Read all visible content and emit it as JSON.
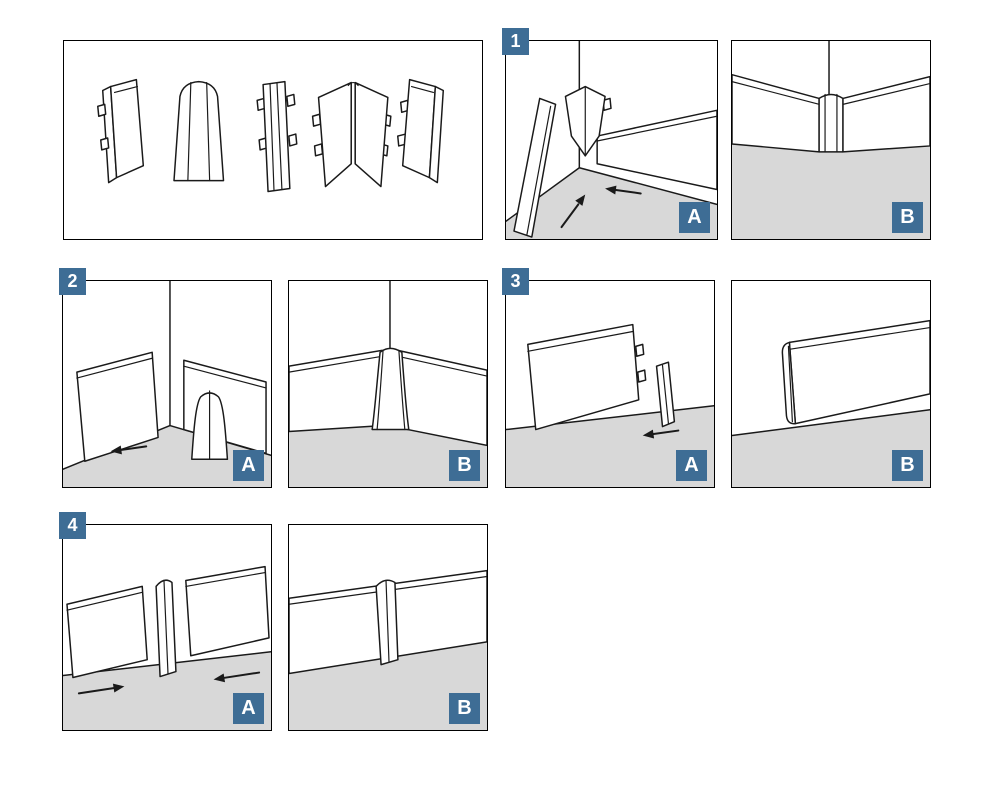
{
  "colors": {
    "badge_bg": "#3e6d95",
    "badge_text": "#ffffff",
    "line": "#1a1a1a",
    "floor": "#d8d8d8",
    "panel_border": "#000000",
    "page_bg": "#ffffff"
  },
  "overview": {
    "parts": [
      {
        "name": "end-cap-left"
      },
      {
        "name": "outer-corner"
      },
      {
        "name": "connector"
      },
      {
        "name": "inner-corner"
      },
      {
        "name": "end-cap-right"
      }
    ]
  },
  "steps": [
    {
      "number": "1",
      "subject": "inner-corner",
      "panels": [
        {
          "letter": "A"
        },
        {
          "letter": "B"
        }
      ]
    },
    {
      "number": "2",
      "subject": "outer-corner",
      "panels": [
        {
          "letter": "A"
        },
        {
          "letter": "B"
        }
      ]
    },
    {
      "number": "3",
      "subject": "end-cap",
      "panels": [
        {
          "letter": "A"
        },
        {
          "letter": "B"
        }
      ]
    },
    {
      "number": "4",
      "subject": "connector",
      "panels": [
        {
          "letter": "A"
        },
        {
          "letter": "B"
        }
      ]
    }
  ]
}
